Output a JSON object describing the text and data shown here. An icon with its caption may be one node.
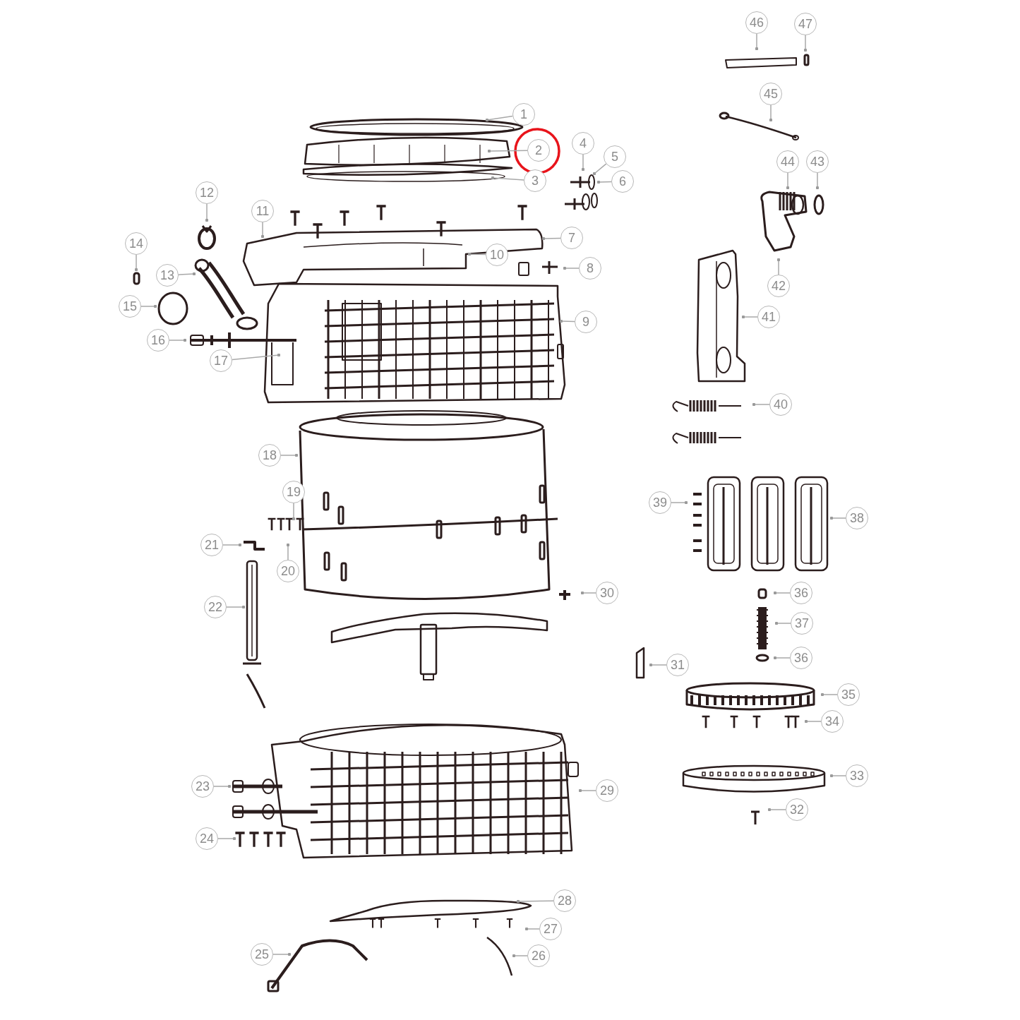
{
  "diagram": {
    "nodes": [
      {
        "text": [
          "1"
        ]
      },
      {
        "text": [
          "2"
        ]
      },
      {
        "text": [
          "3"
        ]
      },
      {
        "text": [
          "4"
        ]
      },
      {
        "text": [
          "5"
        ]
      },
      {
        "text": [
          "6"
        ]
      },
      {
        "text": [
          "7"
        ]
      },
      {
        "text": [
          "8"
        ]
      },
      {
        "text": [
          "9"
        ]
      },
      {
        "text": [
          "10"
        ]
      },
      {
        "text": [
          "11"
        ]
      },
      {
        "text": [
          "12"
        ]
      },
      {
        "text": [
          "13"
        ]
      },
      {
        "text": [
          "14"
        ]
      },
      {
        "text": [
          "15"
        ]
      },
      {
        "text": [
          "16"
        ]
      },
      {
        "text": [
          "17"
        ]
      },
      {
        "text": [
          "18"
        ]
      },
      {
        "text": [
          "19"
        ]
      },
      {
        "text": [
          "20"
        ]
      },
      {
        "text": [
          "21"
        ]
      },
      {
        "text": [
          "22"
        ]
      },
      {
        "text": [
          "23"
        ]
      },
      {
        "text": [
          "24"
        ]
      },
      {
        "text": [
          "25"
        ]
      },
      {
        "text": [
          "26"
        ]
      },
      {
        "text": [
          "27"
        ]
      },
      {
        "text": [
          "28"
        ]
      },
      {
        "text": [
          "29"
        ]
      },
      {
        "text": [
          "30"
        ]
      },
      {
        "text": [
          "31"
        ]
      },
      {
        "text": [
          "32"
        ]
      },
      {
        "text": [
          "33"
        ]
      },
      {
        "text": [
          "34"
        ]
      },
      {
        "text": [
          "35"
        ]
      },
      {
        "text": [
          "36"
        ]
      },
      {
        "text": [
          "37"
        ]
      },
      {
        "text": [
          "36"
        ]
      },
      {
        "text": [
          "38"
        ]
      },
      {
        "text": [
          "39"
        ]
      },
      {
        "text": [
          "40"
        ]
      },
      {
        "text": [
          "41"
        ]
      },
      {
        "text": [
          "42"
        ]
      },
      {
        "text": [
          "43"
        ]
      },
      {
        "text": [
          "44"
        ]
      },
      {
        "text": [
          "45"
        ]
      },
      {
        "text": [
          "46"
        ]
      },
      {
        "text": [
          "47"
        ]
      }
    ],
    "edges": [
      {
        "from": 0,
        "to": null,
        "arrow": "other"
      },
      {
        "from": 1,
        "to": null,
        "arrow": "other"
      },
      {
        "from": 2,
        "to": null,
        "arrow": "other"
      },
      {
        "from": 3,
        "to": null,
        "arrow": "other"
      },
      {
        "from": 4,
        "to": null,
        "arrow": "other"
      },
      {
        "from": 5,
        "to": null,
        "arrow": "other"
      },
      {
        "from": 6,
        "to": null,
        "arrow": "other"
      },
      {
        "from": 7,
        "to": null,
        "arrow": "other"
      },
      {
        "from": 8,
        "to": null,
        "arrow": "other"
      },
      {
        "from": 9,
        "to": null,
        "arrow": "other"
      },
      {
        "from": 10,
        "to": null,
        "arrow": "other"
      },
      {
        "from": 11,
        "to": null,
        "arrow": "other"
      },
      {
        "from": 12,
        "to": null,
        "arrow": "other"
      },
      {
        "from": 13,
        "to": null,
        "arrow": "other"
      },
      {
        "from": 14,
        "to": null,
        "arrow": "other"
      },
      {
        "from": 15,
        "to": null,
        "arrow": "other"
      },
      {
        "from": 16,
        "to": null,
        "arrow": "other"
      },
      {
        "from": 17,
        "to": null,
        "arrow": "other"
      },
      {
        "from": 18,
        "to": null,
        "arrow": "other"
      },
      {
        "from": 19,
        "to": null,
        "arrow": "other"
      },
      {
        "from": 20,
        "to": null,
        "arrow": "other"
      },
      {
        "from": 21,
        "to": null,
        "arrow": "other"
      },
      {
        "from": 22,
        "to": null,
        "arrow": "other"
      },
      {
        "from": 23,
        "to": null,
        "arrow": "other"
      },
      {
        "from": 24,
        "to": null,
        "arrow": "other"
      },
      {
        "from": 25,
        "to": null,
        "arrow": "other"
      },
      {
        "from": 26,
        "to": null,
        "arrow": "other"
      },
      {
        "from": 27,
        "to": null,
        "arrow": "other"
      },
      {
        "from": 28,
        "to": null,
        "arrow": "other"
      },
      {
        "from": 29,
        "to": null,
        "arrow": "other"
      },
      {
        "from": 30,
        "to": null,
        "arrow": "other"
      },
      {
        "from": 31,
        "to": null,
        "arrow": "other"
      },
      {
        "from": 32,
        "to": null,
        "arrow": "other"
      },
      {
        "from": 33,
        "to": null,
        "arrow": "other"
      },
      {
        "from": 34,
        "to": null,
        "arrow": "other"
      },
      {
        "from": 35,
        "to": null,
        "arrow": "other"
      },
      {
        "from": 36,
        "to": null,
        "arrow": "other"
      },
      {
        "from": 37,
        "to": null,
        "arrow": "other"
      },
      {
        "from": 38,
        "to": null,
        "arrow": "other"
      },
      {
        "from": 39,
        "to": null,
        "arrow": "other"
      },
      {
        "from": 40,
        "to": null,
        "arrow": "other"
      },
      {
        "from": 41,
        "to": null,
        "arrow": "other"
      },
      {
        "from": 42,
        "to": null,
        "arrow": "other"
      },
      {
        "from": 43,
        "to": null,
        "arrow": "other"
      },
      {
        "from": 44,
        "to": null,
        "arrow": "other"
      },
      {
        "from": 45,
        "to": null,
        "arrow": "other"
      },
      {
        "from": 46,
        "to": null,
        "arrow": "other"
      },
      {
        "from": 47,
        "to": null,
        "arrow": "other"
      }
    ]
  }
}
